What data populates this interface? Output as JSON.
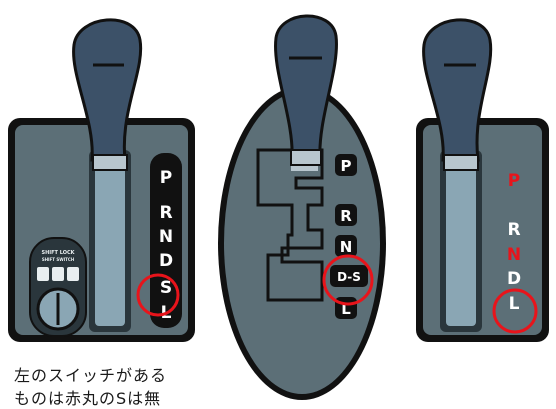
{
  "left_selector": {
    "positions": [
      "P",
      "R",
      "N",
      "D",
      "S",
      "L"
    ],
    "circled": "S",
    "switch_label": "SHIFT LOCK",
    "switch_sublabel": "SHIFT SWITCH"
  },
  "center_selector": {
    "positions": [
      "P",
      "R",
      "N",
      "D-S",
      "L"
    ],
    "circled": "D-S"
  },
  "right_selector": {
    "positions": [
      "P",
      "R",
      "N",
      "D",
      "L"
    ],
    "circled": "L"
  },
  "caption": {
    "line1": "左のスイッチがある",
    "line2": "ものは赤丸のSは無"
  },
  "colors": {
    "panel": "#5c6f77",
    "knob": "#3c5168",
    "highlight_red": "#e8141b",
    "position_red": "#e8141b"
  }
}
